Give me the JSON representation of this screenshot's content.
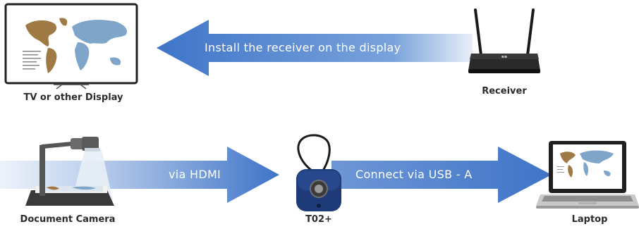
{
  "devices": {
    "tv": {
      "label": "TV or other Display"
    },
    "receiver": {
      "label": "Receiver"
    },
    "document_camera": {
      "label": "Document Camera"
    },
    "t02": {
      "label": "T02+"
    },
    "laptop": {
      "label": "Laptop"
    }
  },
  "arrows": {
    "install": {
      "text": "Install the receiver on the display"
    },
    "hdmi": {
      "text": "via HDMI"
    },
    "usb": {
      "text": "Connect via USB - A"
    }
  },
  "colors": {
    "arrow_blue": "#4a7fd0",
    "device_dark": "#1c1c1c",
    "t02_blue": "#1e3a78",
    "map_brown": "#a07a45",
    "map_blue": "#7fa6c9"
  }
}
